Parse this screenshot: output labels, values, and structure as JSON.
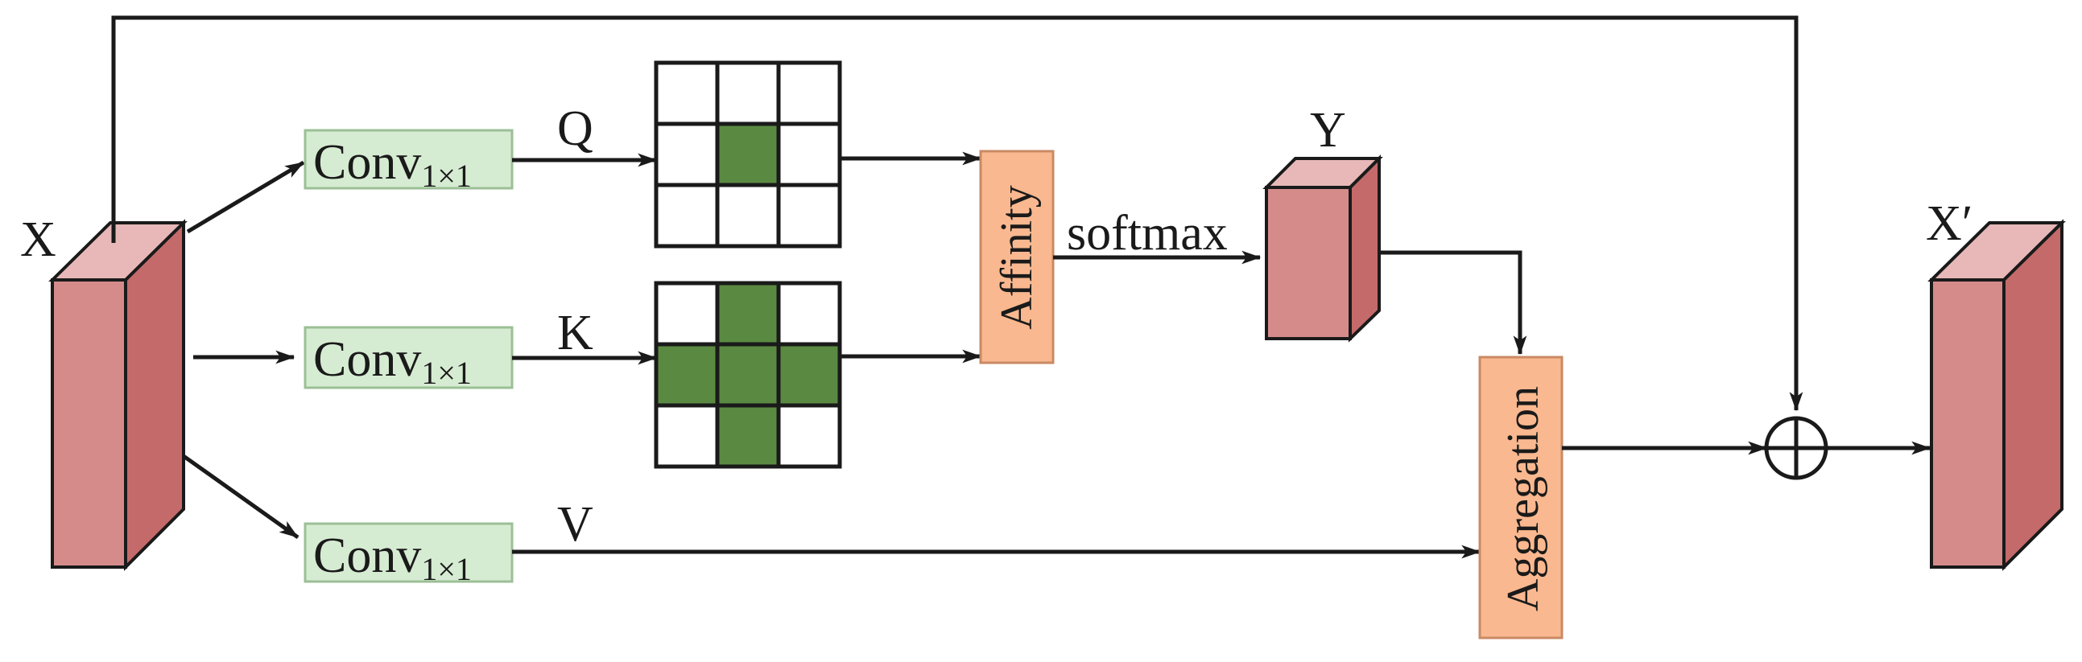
{
  "inputs": {
    "x_label": "X",
    "x_out_label": "X′",
    "y_label": "Y"
  },
  "conv": {
    "base": "Conv",
    "subscript": "1×1"
  },
  "branches": {
    "q_label": "Q",
    "k_label": "K",
    "v_label": "V"
  },
  "ops": {
    "affinity": "Affinity",
    "softmax": "softmax",
    "aggregation": "Aggregation"
  },
  "grids": {
    "q_filled": [
      [
        0,
        0,
        0
      ],
      [
        0,
        1,
        0
      ],
      [
        0,
        0,
        0
      ]
    ],
    "k_filled": [
      [
        0,
        1,
        0
      ],
      [
        1,
        1,
        1
      ],
      [
        0,
        1,
        0
      ]
    ]
  },
  "colors": {
    "tensor_front": "#d68b8b",
    "tensor_side": "#c46a6a",
    "tensor_top": "#e8b8b8",
    "conv_fill": "#d6ecd2",
    "conv_stroke": "#9cbf96",
    "op_fill": "#f9b88f",
    "op_stroke": "#c98a64",
    "grid_fill": "#5a8a42",
    "line": "#1a1a1a"
  }
}
